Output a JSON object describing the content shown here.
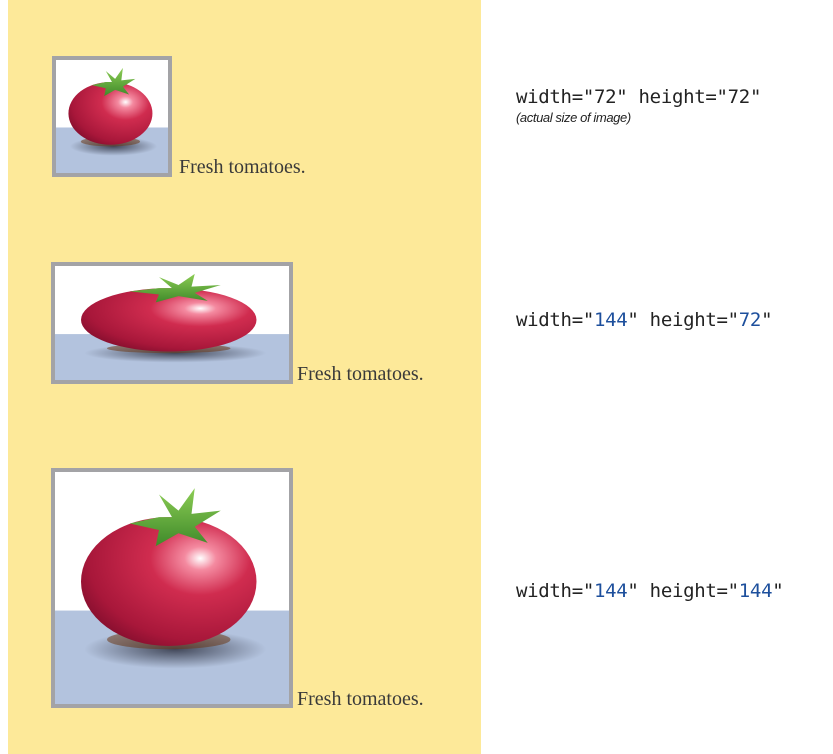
{
  "examples": [
    {
      "caption": "Fresh tomatoes.",
      "attr_width_prefix": "width=\"",
      "width": "72",
      "attr_height_prefix": "\" height=\"",
      "height": "72",
      "attr_suffix": "\"",
      "note": "(actual size of image)"
    },
    {
      "caption": "Fresh tomatoes.",
      "attr_width_prefix": "width=\"",
      "width": "144",
      "attr_height_prefix": "\" height=\"",
      "height": "72",
      "attr_suffix": "\""
    },
    {
      "caption": "Fresh tomatoes.",
      "attr_width_prefix": "width=\"",
      "width": "144",
      "attr_height_prefix": "\" height=\"",
      "height": "144",
      "attr_suffix": "\""
    }
  ],
  "colors": {
    "panel_background": "#fde999",
    "frame_border": "#a3a3a6",
    "tomato_red": "#c8264a",
    "leaf_green": "#5aa83a",
    "floor_blue": "#b3c3de",
    "attribute_value_blue": "#1d4f9c"
  }
}
